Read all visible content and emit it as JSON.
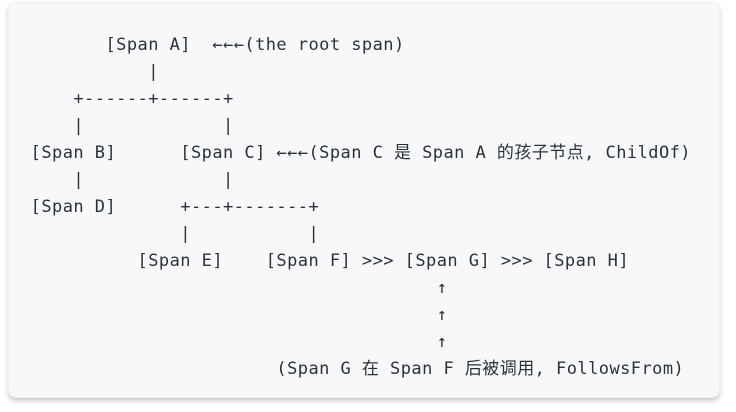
{
  "colors": {
    "page_background": "#ffffff",
    "panel_background": "#f6f8fa",
    "text": "#2b3138",
    "shadow": "#d9dcdf"
  },
  "code_block": {
    "description": "ASCII art diagram of a span tree (tracing spans A-H with ChildOf and FollowsFrom relationships)",
    "lines": [
      "        [Span A]  ←←←(the root span)",
      "            |",
      "     +------+------+",
      "     |             |",
      " [Span B]      [Span C] ←←←(Span C 是 Span A 的孩子节点, ChildOf)",
      "     |             |",
      " [Span D]      +---+-------+",
      "               |           |",
      "           [Span E]    [Span F] >>> [Span G] >>> [Span H]",
      "                                       ↑",
      "                                       ↑",
      "                                       ↑",
      "                        (Span G 在 Span F 后被调用, FollowsFrom)"
    ]
  }
}
